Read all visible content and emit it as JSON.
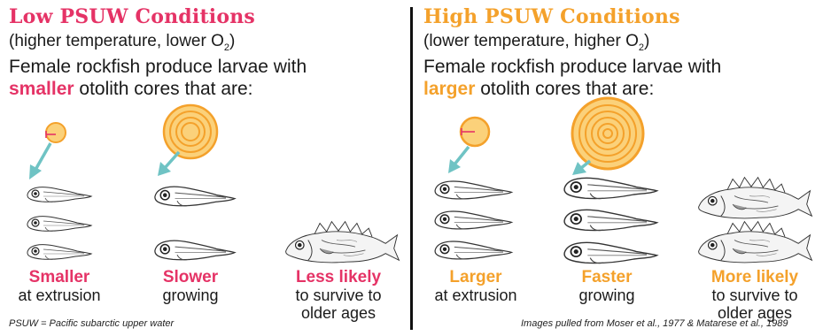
{
  "left": {
    "title": "Low PSUW Conditions",
    "subtitle_pre": "(higher temperature, lower O",
    "subtitle_sub": "2",
    "subtitle_post": ")",
    "line1": "Female rockfish produce larvae with",
    "line2_highlight": "smaller",
    "line2_rest": " otolith cores that are:",
    "captions": [
      {
        "head": "Smaller",
        "text": "at extrusion"
      },
      {
        "head": "Slower",
        "text": "growing"
      },
      {
        "head": "Less likely",
        "text": "to survive to older ages"
      }
    ],
    "footnote": "PSUW = Pacific subarctic upper water"
  },
  "right": {
    "title": "High PSUW Conditions",
    "subtitle_pre": "(lower temperature, higher O",
    "subtitle_sub": "2",
    "subtitle_post": ")",
    "line1": "Female rockfish produce larvae with",
    "line2_highlight": "larger",
    "line2_rest": " otolith cores that are:",
    "captions": [
      {
        "head": "Larger",
        "text": "at extrusion"
      },
      {
        "head": "Faster",
        "text": "growing"
      },
      {
        "head": "More likely",
        "text": "to survive to older ages"
      }
    ],
    "footnote": "Images pulled from Moser et al., 1977 & Matarese et al., 1989"
  },
  "colors": {
    "pink": "#e53366",
    "orange": "#f4a12b",
    "otolith_fill": "#fbd17a",
    "arrow": "#6fc3c4"
  },
  "icons": [
    "otolith-core-icon",
    "teal-arrow-icon",
    "larva-icon",
    "juvenile-rockfish-icon"
  ]
}
